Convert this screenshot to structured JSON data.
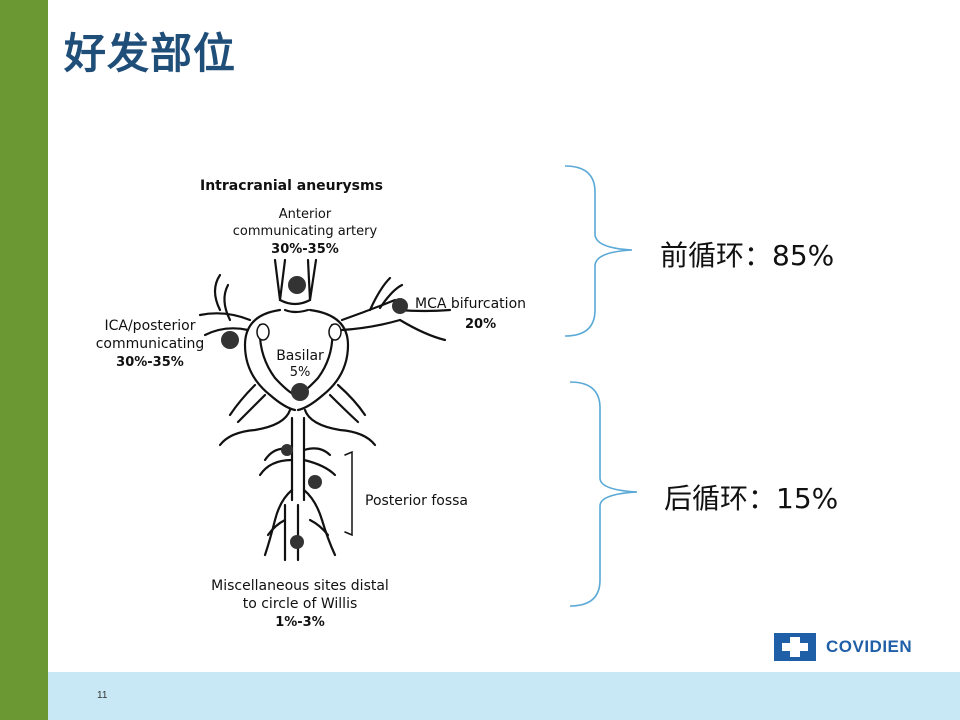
{
  "slide": {
    "title": "好发部位",
    "page_number": "11"
  },
  "diagram": {
    "heading": "Intracranial aneurysms",
    "anterior": [
      "Anterior",
      "communicating artery",
      "30%-35%"
    ],
    "mca": [
      "MCA bifurcation",
      "20%"
    ],
    "ica": [
      "ICA/posterior",
      "communicating",
      "30%-35%"
    ],
    "basilar": [
      "Basilar",
      "5%"
    ],
    "posterior_fossa": "Posterior fossa",
    "misc": [
      "Miscellaneous sites distal",
      "to circle of Willis",
      "1%-3%"
    ]
  },
  "stats": {
    "anterior_circulation": "前循环：85%",
    "posterior_circulation": "后循环：15%"
  },
  "logo": {
    "text": "COVIDIEN",
    "color": "#1f5fa8"
  },
  "colors": {
    "side_bar": "#6b9833",
    "footer_band": "#c9e8f6",
    "title": "#1f4e79",
    "brace": "#5aa9d6"
  }
}
